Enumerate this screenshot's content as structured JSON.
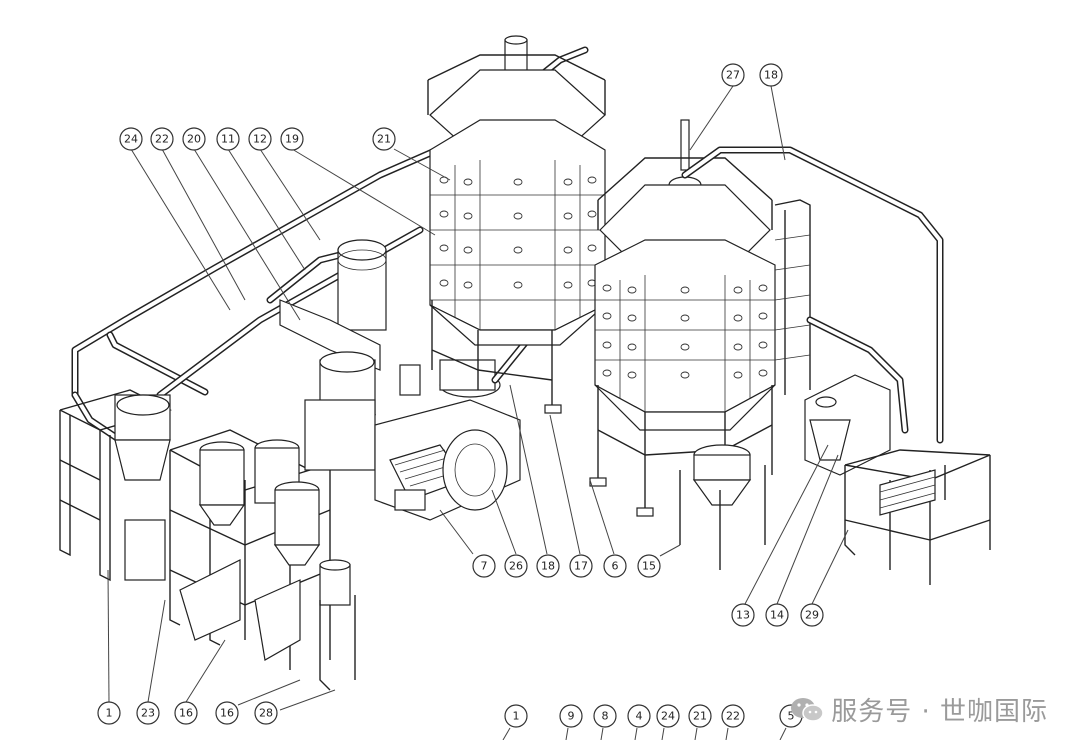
{
  "callouts": [
    {
      "id": "c24a",
      "label": "24"
    },
    {
      "id": "c22a",
      "label": "22"
    },
    {
      "id": "c20",
      "label": "20"
    },
    {
      "id": "c11",
      "label": "11"
    },
    {
      "id": "c12",
      "label": "12"
    },
    {
      "id": "c19",
      "label": "19"
    },
    {
      "id": "c21a",
      "label": "21"
    },
    {
      "id": "c27",
      "label": "27"
    },
    {
      "id": "c18a",
      "label": "18"
    },
    {
      "id": "c7",
      "label": "7"
    },
    {
      "id": "c26",
      "label": "26"
    },
    {
      "id": "c18b",
      "label": "18"
    },
    {
      "id": "c17",
      "label": "17"
    },
    {
      "id": "c6",
      "label": "6"
    },
    {
      "id": "c15",
      "label": "15"
    },
    {
      "id": "c13",
      "label": "13"
    },
    {
      "id": "c14",
      "label": "14"
    },
    {
      "id": "c29",
      "label": "29"
    },
    {
      "id": "c1a",
      "label": "1"
    },
    {
      "id": "c23",
      "label": "23"
    },
    {
      "id": "c16a",
      "label": "16"
    },
    {
      "id": "c16b",
      "label": "16"
    },
    {
      "id": "c28",
      "label": "28"
    },
    {
      "id": "c1b",
      "label": "1"
    },
    {
      "id": "c9",
      "label": "9"
    },
    {
      "id": "c8",
      "label": "8"
    },
    {
      "id": "c4",
      "label": "4"
    },
    {
      "id": "c24b",
      "label": "24"
    },
    {
      "id": "c21b",
      "label": "21"
    },
    {
      "id": "c22b",
      "label": "22"
    },
    {
      "id": "c5",
      "label": "5"
    }
  ],
  "watermark": {
    "text": "服务号 · 世咖国际",
    "icon": "wechat-icon"
  }
}
